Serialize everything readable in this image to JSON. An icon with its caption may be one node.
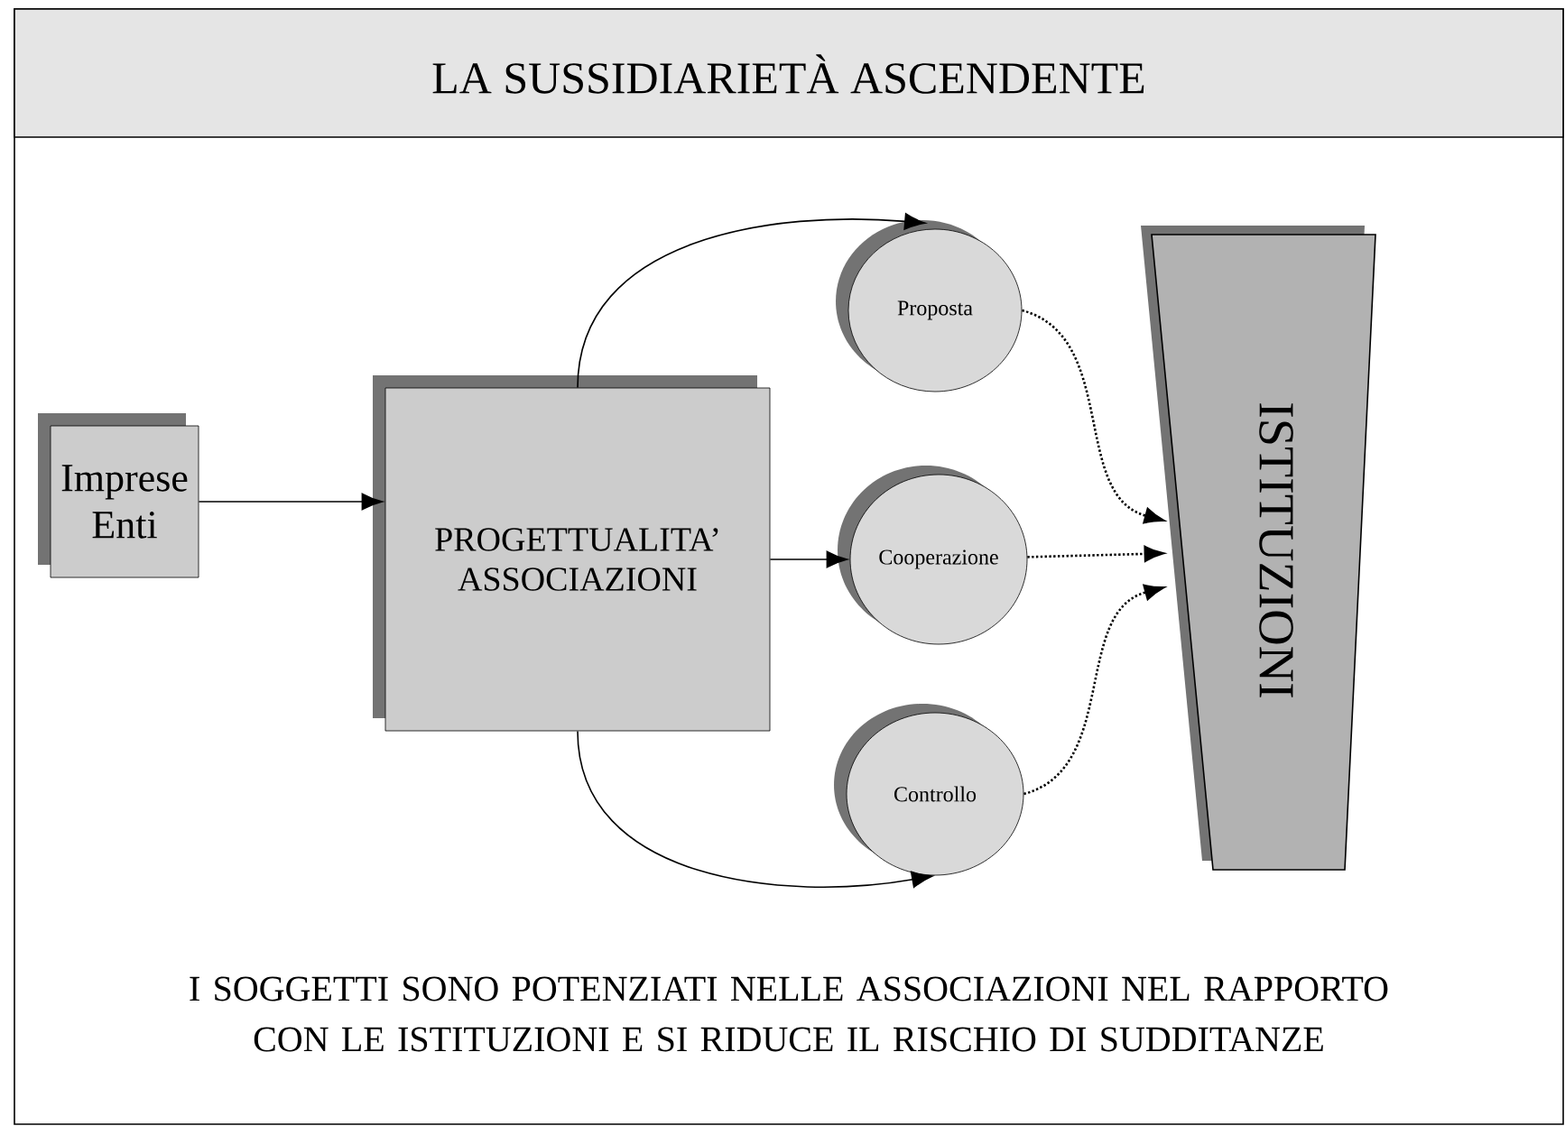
{
  "diagram": {
    "title": "LA SUSSIDIARIETÀ ASCENDENTE",
    "caption": "I SOGGETTI SONO POTENZIATI NELLE ASSOCIAZIONI NEL RAPPORTO CON LE ISTITUZIONI E SI RIDUCE IL RISCHIO DI SUDDITANZE",
    "nodes": [
      {
        "text": [
          "Imprese Enti"
        ]
      },
      {
        "text": [
          "PROGETTUALITA’ ASSOCIAZIONI"
        ]
      },
      {
        "text": [
          "Proposta"
        ]
      },
      {
        "text": [
          "Cooperazione"
        ]
      },
      {
        "text": [
          "Controllo"
        ]
      },
      {
        "text": [
          "ISTITUZIONI"
        ]
      }
    ],
    "edges": [
      {
        "from": 0,
        "to": 1,
        "arrow": "to"
      },
      {
        "from": 1,
        "to": 2,
        "arrow": "to"
      },
      {
        "from": 1,
        "to": 3,
        "arrow": "to"
      },
      {
        "from": 1,
        "to": 4,
        "arrow": "to"
      },
      {
        "from": 2,
        "to": 5,
        "arrow": "to",
        "style": "dashed"
      },
      {
        "from": 3,
        "to": 5,
        "arrow": "to",
        "style": "dashed"
      },
      {
        "from": 4,
        "to": 5,
        "arrow": "to",
        "style": "dashed"
      }
    ]
  }
}
